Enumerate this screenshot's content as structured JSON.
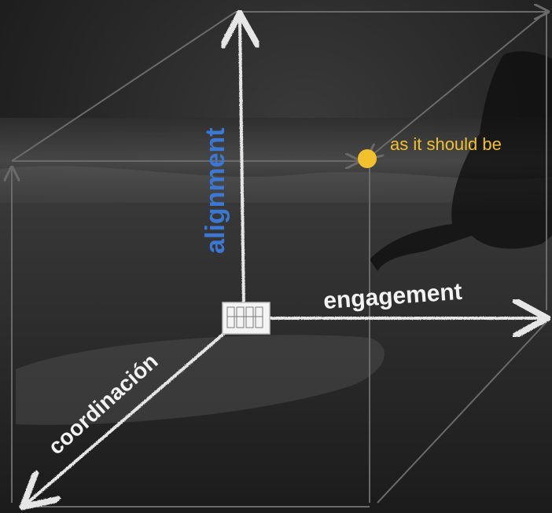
{
  "axes": {
    "vertical": {
      "label": "alignment",
      "color": "#3b78d4"
    },
    "horizontal": {
      "label": "engagement",
      "color": "#f2f2f2"
    },
    "depth": {
      "label": "coordinación",
      "color": "#f2f2f2"
    }
  },
  "point": {
    "label": "as it should be",
    "color": "#f2c12e"
  },
  "colors": {
    "cube_edge": "#6a6a6a",
    "axis_stroke": "#e6e6e6",
    "background": "#202020"
  }
}
